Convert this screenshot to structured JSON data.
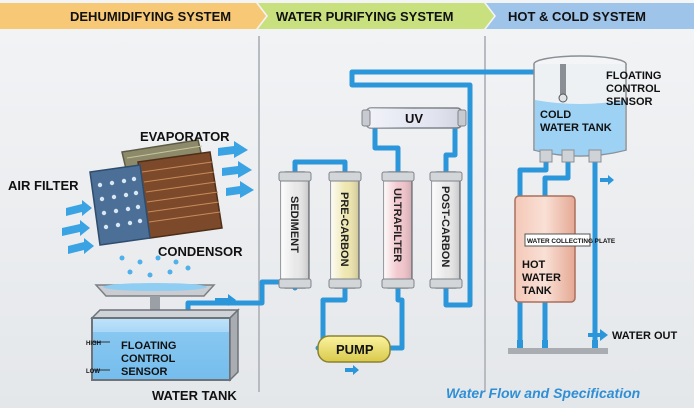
{
  "header": {
    "sections": [
      {
        "label": "DEHUMIDIFYING SYSTEM",
        "color": "#f7c977"
      },
      {
        "label": "WATER PURIFYING SYSTEM",
        "color": "#c9e07f"
      },
      {
        "label": "HOT & COLD SYSTEM",
        "color": "#9fc4ea"
      }
    ]
  },
  "dehumidifier": {
    "evaporator": "EVAPORATOR",
    "air_filter": "AIR FILTER",
    "condensor": "CONDENSOR",
    "water_tank": "WATER TANK",
    "floating_sensor": [
      "FLOATING",
      "CONTROL",
      "SENSOR"
    ],
    "high": "HIGH",
    "low": "LOW"
  },
  "purifier": {
    "filters": [
      {
        "label": "SEDIMENT",
        "color": "#e8e8e8"
      },
      {
        "label": "PRE-CARBON",
        "color": "#efe7b0"
      },
      {
        "label": "ULTRAFILTER",
        "color": "#f2c7cd"
      },
      {
        "label": "POST-CARBON",
        "color": "#e8e8e8"
      }
    ],
    "uv": "UV",
    "pump": "PUMP"
  },
  "hot_cold": {
    "floating_sensor": [
      "FLOATING",
      "CONTROL",
      "SENSOR"
    ],
    "cold_tank": [
      "COLD",
      "WATER TANK"
    ],
    "collecting_plate": "WATER COLLECTING PLATE",
    "hot_tank": [
      "HOT",
      "WATER",
      "TANK"
    ],
    "water_out": "WATER OUT"
  },
  "footer": {
    "caption": "Water Flow and Specification"
  },
  "colors": {
    "pipe": "#2b96d9",
    "water": "#5fb6ee",
    "divider": "#b8bcc2"
  }
}
